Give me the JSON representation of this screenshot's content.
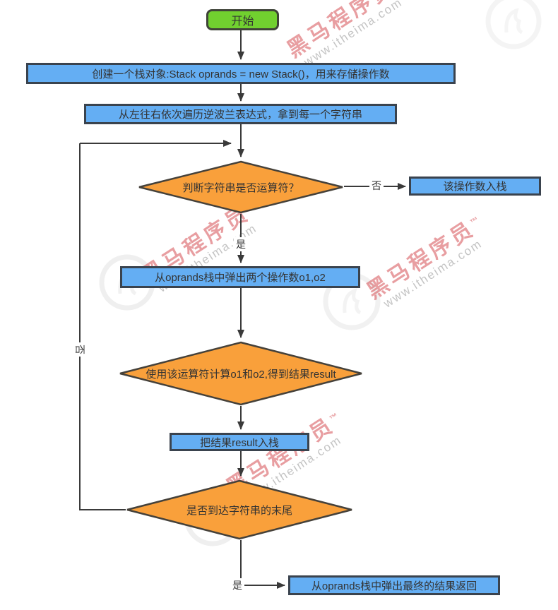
{
  "nodes": {
    "start": {
      "label": "开始"
    },
    "create_stack": {
      "label": "创建一个栈对象:Stack oprands = new Stack()，用来存储操作数"
    },
    "traverse": {
      "label": "从左往右依次遍历逆波兰表达式，拿到每一个字符串"
    },
    "check_operator": {
      "label": "判断字符串是否运算符？"
    },
    "push_operand": {
      "label": "该操作数入栈"
    },
    "pop_operands": {
      "label": "从oprands栈中弹出两个操作数o1,o2"
    },
    "compute": {
      "label": "使用该运算符计算o1和o2,得到结果result"
    },
    "push_result": {
      "label": "把结果result入栈"
    },
    "check_end": {
      "label": "是否到达字符串的末尾"
    },
    "return_result": {
      "label": "从oprands栈中弹出最终的结果返回"
    }
  },
  "labels": {
    "branch_no": "否",
    "branch_yes": "是",
    "loop_no": "否",
    "end_yes": "是"
  },
  "colors": {
    "start_fill": "#71d02f",
    "process_fill": "#64aef3",
    "decision_fill": "#f9a03b",
    "stroke": "#3a3a3a",
    "watermark_red": "#d54e54"
  },
  "watermark": {
    "brand": "黑马程序员",
    "tm": "™",
    "url": "www.itheima.com"
  }
}
